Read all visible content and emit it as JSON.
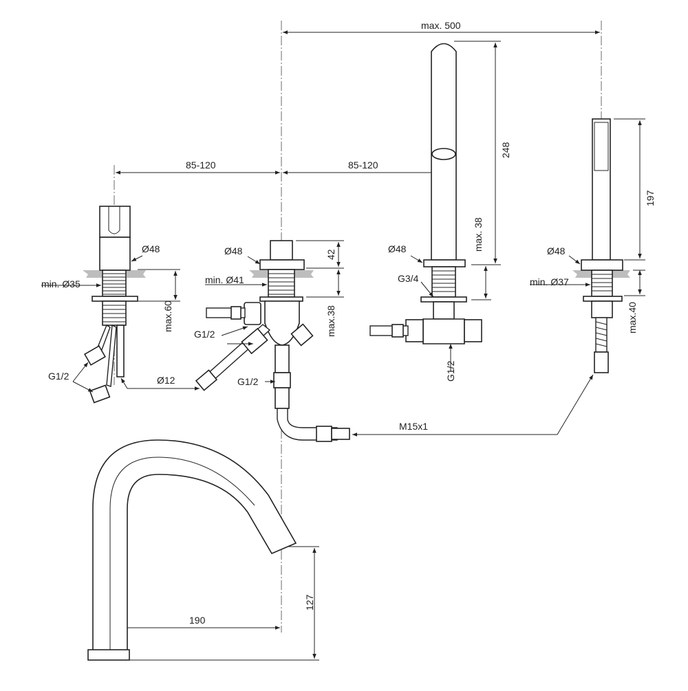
{
  "colors": {
    "line": "#222222",
    "background": "#ffffff",
    "deck_hatch": "#bdbdbd"
  },
  "labels": {
    "max_500": "max. 500",
    "dist_85_120_left": "85-120",
    "dist_85_120_right": "85-120",
    "h_248": "248",
    "h_197": "197",
    "h_42": "42",
    "max_38_spout": "max. 38",
    "max_38_diverter": "max.38",
    "max_60": "max.60",
    "max_40": "max.40",
    "d48_mixer": "Ø48",
    "d48_diverter": "Ø48",
    "d48_spout": "Ø48",
    "d48_shower": "Ø48",
    "min_d35": "min. Ø35",
    "min_d41": "min. Ø41",
    "min_d37": "min. Ø37",
    "g34": "G3/4",
    "g12_mixer": "G1/2",
    "g12_diverter_side": "G1/2",
    "g12_diverter_bottom": "G1/2",
    "g12_spout": "G1/2",
    "d12": "Ø12",
    "m15x1": "M15x1",
    "w_190": "190",
    "h_127": "127"
  }
}
